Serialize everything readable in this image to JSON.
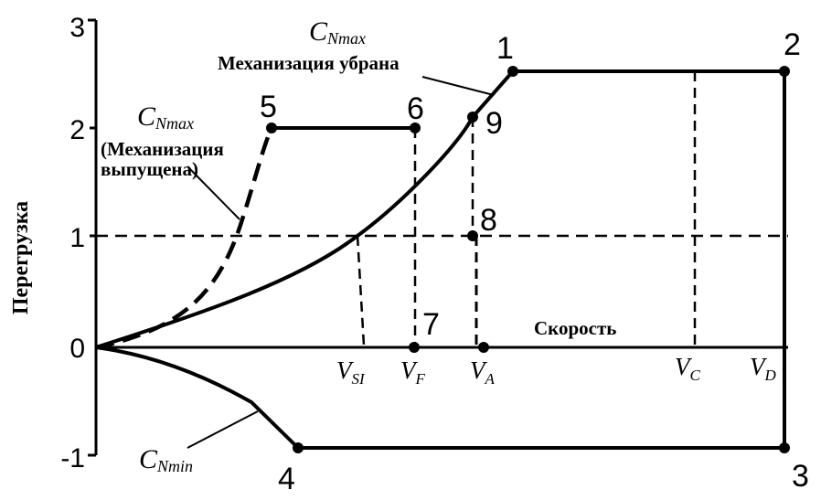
{
  "y_axis": {
    "label": "Перегрузка",
    "ticks": [
      "3",
      "2",
      "1",
      "0",
      "-1"
    ]
  },
  "x_axis": {
    "label": "Скорость",
    "speeds": [
      {
        "main": "V",
        "sub": "SI"
      },
      {
        "main": "V",
        "sub": "F"
      },
      {
        "main": "V",
        "sub": "A"
      },
      {
        "main": "V",
        "sub": "C"
      },
      {
        "main": "V",
        "sub": "D"
      }
    ]
  },
  "points": [
    "1",
    "2",
    "3",
    "4",
    "5",
    "6",
    "7",
    "8",
    "9"
  ],
  "labels": {
    "cn_max_retracted": {
      "main": "C",
      "sub": "Nmax",
      "caption": "Механизация убрана"
    },
    "cn_max_extended": {
      "main": "C",
      "sub": "Nmax",
      "caption_line1": "(Механизация",
      "caption_line2": "выпущена)"
    },
    "cn_min": {
      "main": "C",
      "sub": "Nmin"
    }
  }
}
